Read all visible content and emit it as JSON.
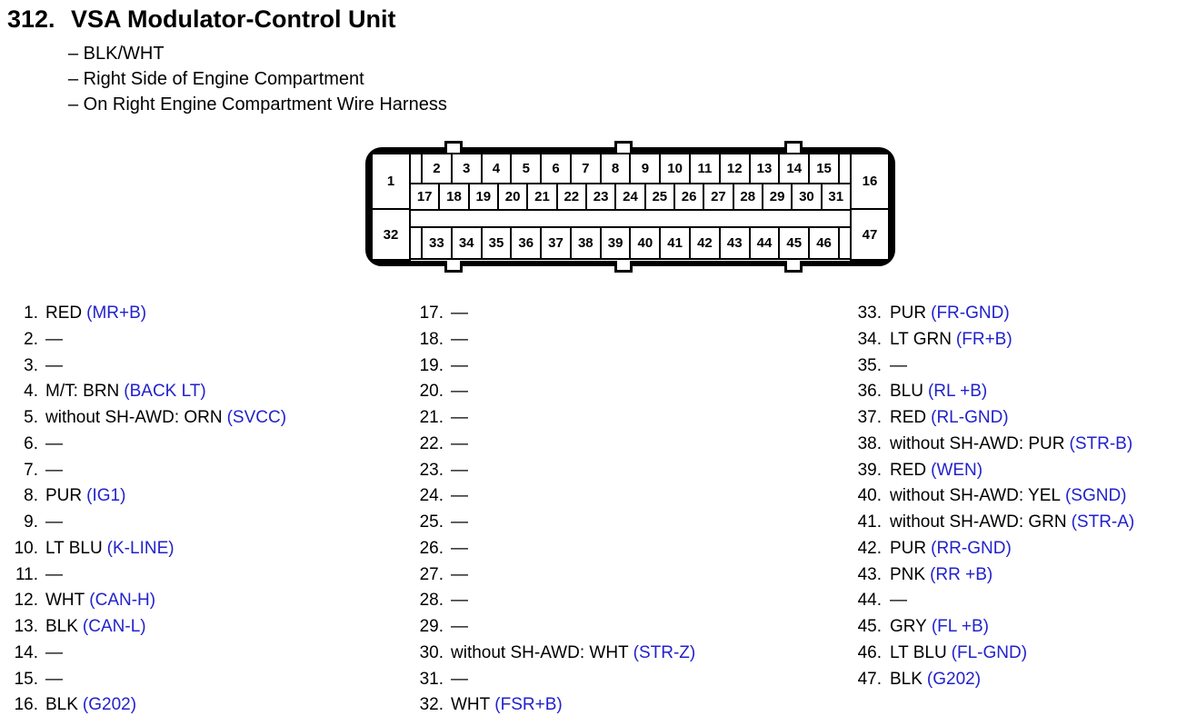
{
  "header": {
    "number": "312.",
    "title": "VSA Modulator-Control Unit",
    "details": [
      "– BLK/WHT",
      "– Right Side of Engine Compartment",
      "– On Right Engine Compartment Wire Harness"
    ]
  },
  "connector": {
    "corner_top_left": "1",
    "corner_top_right": "16",
    "corner_bottom_left": "32",
    "corner_bottom_right": "47",
    "row1": [
      "2",
      "3",
      "4",
      "5",
      "6",
      "7",
      "8",
      "9",
      "10",
      "11",
      "12",
      "13",
      "14",
      "15"
    ],
    "row2": [
      "17",
      "18",
      "19",
      "20",
      "21",
      "22",
      "23",
      "24",
      "25",
      "26",
      "27",
      "28",
      "29",
      "30",
      "31"
    ],
    "row3": [
      "33",
      "34",
      "35",
      "36",
      "37",
      "38",
      "39",
      "40",
      "41",
      "42",
      "43",
      "44",
      "45",
      "46"
    ]
  },
  "pins": {
    "col1": [
      {
        "n": "1.",
        "t": "RED",
        "s": "(MR+B)"
      },
      {
        "n": "2.",
        "t": "—",
        "s": ""
      },
      {
        "n": "3.",
        "t": "—",
        "s": ""
      },
      {
        "n": "4.",
        "t": "M/T: BRN",
        "s": "(BACK LT)"
      },
      {
        "n": "5.",
        "t": "without SH-AWD: ORN",
        "s": "(SVCC)"
      },
      {
        "n": "6.",
        "t": "—",
        "s": ""
      },
      {
        "n": "7.",
        "t": "—",
        "s": ""
      },
      {
        "n": "8.",
        "t": "PUR",
        "s": "(IG1)"
      },
      {
        "n": "9.",
        "t": "—",
        "s": ""
      },
      {
        "n": "10.",
        "t": "LT BLU",
        "s": "(K-LINE)"
      },
      {
        "n": "11.",
        "t": "—",
        "s": ""
      },
      {
        "n": "12.",
        "t": "WHT",
        "s": "(CAN-H)"
      },
      {
        "n": "13.",
        "t": "BLK",
        "s": "(CAN-L)"
      },
      {
        "n": "14.",
        "t": "—",
        "s": ""
      },
      {
        "n": "15.",
        "t": "—",
        "s": ""
      },
      {
        "n": "16.",
        "t": "BLK",
        "s": "(G202)"
      }
    ],
    "col2": [
      {
        "n": "17.",
        "t": "—",
        "s": ""
      },
      {
        "n": "18.",
        "t": "—",
        "s": ""
      },
      {
        "n": "19.",
        "t": "—",
        "s": ""
      },
      {
        "n": "20.",
        "t": "—",
        "s": ""
      },
      {
        "n": "21.",
        "t": "—",
        "s": ""
      },
      {
        "n": "22.",
        "t": "—",
        "s": ""
      },
      {
        "n": "23.",
        "t": "—",
        "s": ""
      },
      {
        "n": "24.",
        "t": "—",
        "s": ""
      },
      {
        "n": "25.",
        "t": "—",
        "s": ""
      },
      {
        "n": "26.",
        "t": "—",
        "s": ""
      },
      {
        "n": "27.",
        "t": "—",
        "s": ""
      },
      {
        "n": "28.",
        "t": "—",
        "s": ""
      },
      {
        "n": "29.",
        "t": "—",
        "s": ""
      },
      {
        "n": "30.",
        "t": "without SH-AWD: WHT",
        "s": "(STR-Z)"
      },
      {
        "n": "31.",
        "t": "—",
        "s": ""
      },
      {
        "n": "32.",
        "t": "WHT",
        "s": "(FSR+B)"
      }
    ],
    "col3": [
      {
        "n": "33.",
        "t": "PUR",
        "s": "(FR-GND)"
      },
      {
        "n": "34.",
        "t": "LT GRN",
        "s": "(FR+B)"
      },
      {
        "n": "35.",
        "t": "—",
        "s": ""
      },
      {
        "n": "36.",
        "t": "BLU",
        "s": "(RL +B)"
      },
      {
        "n": "37.",
        "t": "RED",
        "s": "(RL-GND)"
      },
      {
        "n": "38.",
        "t": "without SH-AWD: PUR",
        "s": "(STR-B)"
      },
      {
        "n": "39.",
        "t": "RED",
        "s": "(WEN)"
      },
      {
        "n": "40.",
        "t": "without SH-AWD: YEL",
        "s": "(SGND)"
      },
      {
        "n": "41.",
        "t": "without SH-AWD: GRN",
        "s": "(STR-A)"
      },
      {
        "n": "42.",
        "t": "PUR",
        "s": "(RR-GND)"
      },
      {
        "n": "43.",
        "t": "PNK",
        "s": "(RR +B)"
      },
      {
        "n": "44.",
        "t": "—",
        "s": ""
      },
      {
        "n": "45.",
        "t": "GRY",
        "s": "(FL +B)"
      },
      {
        "n": "46.",
        "t": "LT BLU",
        "s": "(FL-GND)"
      },
      {
        "n": "47.",
        "t": "BLK",
        "s": "(G202)"
      }
    ]
  },
  "colors": {
    "signal_blue": "#2222cc",
    "text_black": "#000000",
    "background": "#ffffff"
  }
}
